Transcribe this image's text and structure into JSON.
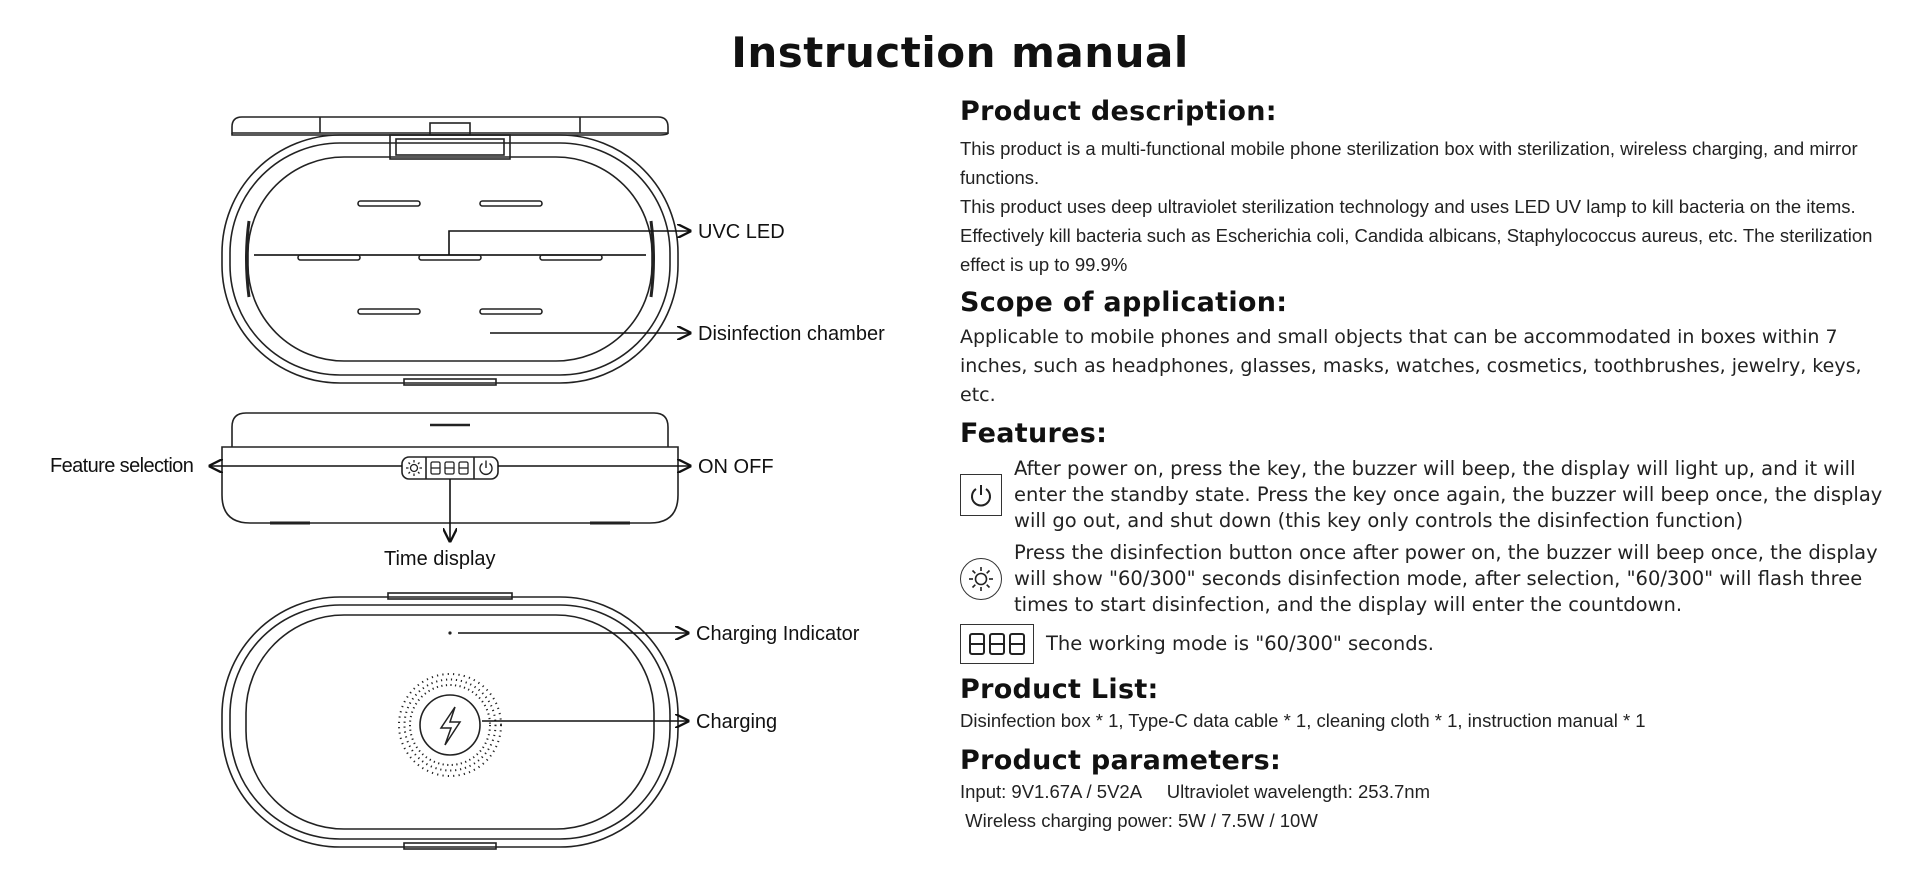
{
  "title": "Instruction manual",
  "diagram_labels": {
    "uvc_led": "UVC  LED",
    "disinfection_chamber": "Disinfection chamber",
    "feature_selection": "Feature selection",
    "on_off": "ON OFF",
    "time_display": "Time display",
    "charging_indicator": "Charging Indicator",
    "charging": "Charging"
  },
  "sections": {
    "description": {
      "heading": "Product description:",
      "line1": "This product is a multi-functional mobile phone sterilization box with sterilization, wireless charging, and mirror functions.",
      "line2": "This product uses deep ultraviolet sterilization technology and uses LED UV lamp to kill bacteria on the items. Effectively kill bacteria such as Escherichia coli, Candida albicans, Staphylococcus aureus, etc. The sterilization effect is up to 99.9%"
    },
    "scope": {
      "heading": "Scope of application:",
      "text": "Applicable to mobile phones and small objects that can be accommodated in boxes within 7 inches, such as headphones, glasses, masks, watches, cosmetics, toothbrushes, jewelry, keys, etc."
    },
    "features": {
      "heading": "Features:",
      "items": [
        {
          "icon": "power-icon",
          "text": "After power on, press the key, the buzzer will beep, the display will light up, and it will enter the standby state. Press the key once again, the buzzer will beep once, the display will go out, and shut down (this key only controls the disinfection function)"
        },
        {
          "icon": "sun-icon",
          "text": "Press the disinfection button once after power on, the buzzer will beep once, the display will show \"60/300\" seconds disinfection mode, after selection, \"60/300\" will flash three times to start disinfection, and the display will enter the countdown."
        },
        {
          "icon": "seven-segment-display-icon",
          "text": "The working mode is \"60/300\" seconds."
        }
      ]
    },
    "product_list": {
      "heading": "Product List:",
      "text": "Disinfection box * 1, Type-C data cable * 1, cleaning cloth * 1, instruction manual * 1"
    },
    "parameters": {
      "heading": "Product parameters:",
      "line1": "Input: 9V1.67A / 5V2A     Ultraviolet wavelength: 253.7nm",
      "line2": " Wireless charging power: 5W / 7.5W / 10W"
    }
  }
}
